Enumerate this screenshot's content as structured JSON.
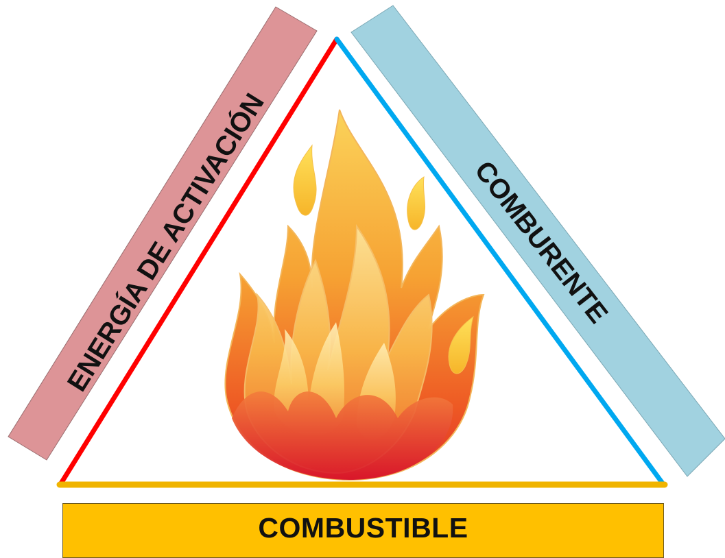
{
  "diagram": {
    "left_band": {
      "label": "ENERGÍA DE ACTIVACIÓN",
      "color": "#dd9497",
      "edge_color": "#ff0000"
    },
    "right_band": {
      "label": "COMBURENTE",
      "color": "#a1d2e0",
      "edge_color": "#00a8f0"
    },
    "bottom_bar": {
      "label": "COMBUSTIBLE",
      "color": "#ffc000",
      "edge_color": "#f0b400"
    },
    "center_icon": "fire-icon"
  }
}
